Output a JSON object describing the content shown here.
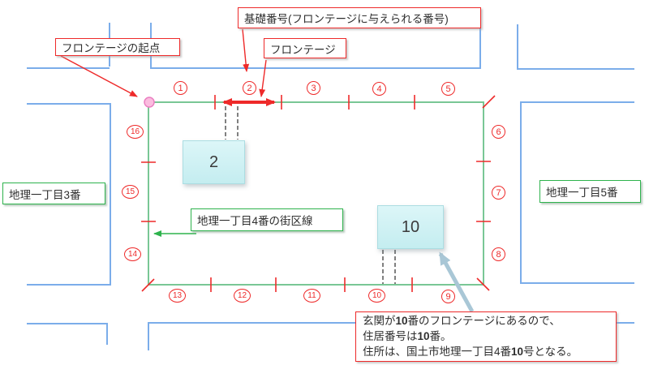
{
  "colors": {
    "road": "#7badea",
    "block": "#79c795",
    "accent_green": "#2eb34d",
    "red": "#ee2a2a",
    "dash": "#4a4a4a",
    "teal": "#a9c7d6",
    "origin_fill": "#fbbcdf",
    "origin_stroke": "#ea7fc1",
    "building_fill": "#c4edf0"
  },
  "callouts": {
    "frontage_origin": "フロンテージの起点",
    "base_number": "基礎番号(フロンテージに与えられる番号)",
    "frontage": "フロンテージ",
    "block3": "地理一丁目3番",
    "block5": "地理一丁目5番",
    "block4_boundary": "地理一丁目4番の街区線"
  },
  "buildings": {
    "b2": "2",
    "b10": "10"
  },
  "frontage_numbers": [
    "1",
    "2",
    "3",
    "4",
    "5",
    "6",
    "7",
    "8",
    "9",
    "10",
    "11",
    "12",
    "13",
    "14",
    "15",
    "16"
  ],
  "note": {
    "lines": [
      {
        "pre": "玄関が",
        "bold": "10",
        "post": "番のフロンテージにあるので、"
      },
      {
        "pre": "住居番号は",
        "bold": "10",
        "post": "番。"
      },
      {
        "pre": "住所は、国土市地理一丁目4番",
        "bold": "10",
        "post": "号となる。"
      }
    ]
  }
}
